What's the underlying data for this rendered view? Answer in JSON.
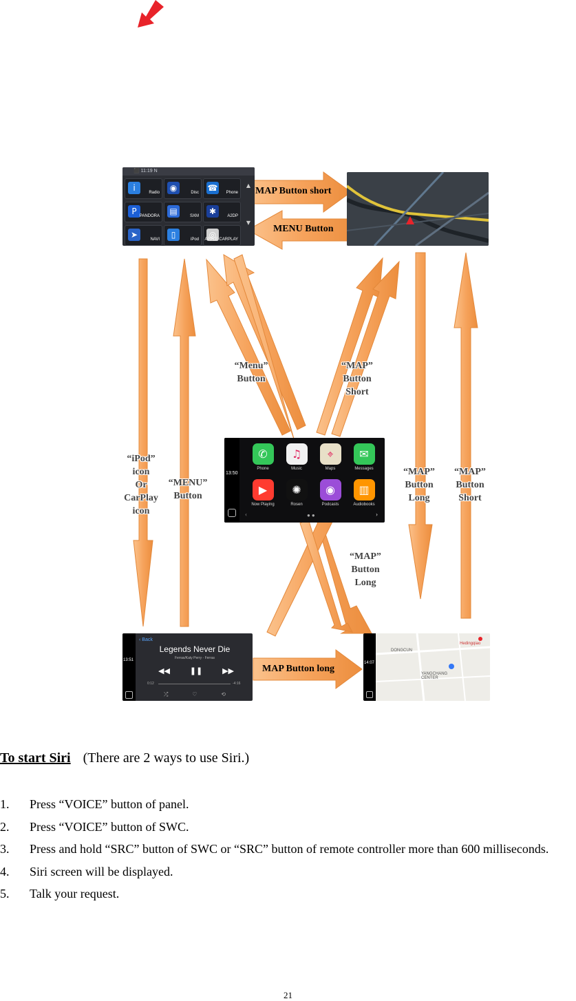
{
  "diagram": {
    "menu_screen": {
      "status": "⬛ 11:19 N",
      "tiles": [
        {
          "label": "Radio",
          "icon": "info-icon",
          "color": "#2b7fe0",
          "glyph": "i"
        },
        {
          "label": "Disc",
          "icon": "disc-icon",
          "color": "#1e4fb0",
          "glyph": "◉"
        },
        {
          "label": "Phone",
          "icon": "phone-icon",
          "color": "#1a6fd0",
          "glyph": "☎"
        },
        {
          "label": "PANDORA",
          "icon": "pandora-icon",
          "color": "#1c5fd6",
          "glyph": "P"
        },
        {
          "label": "SXM",
          "icon": "sxm-icon",
          "color": "#2c6ad8",
          "glyph": "▤"
        },
        {
          "label": "A2DP",
          "icon": "bluetooth-icon",
          "color": "#1a3f9a",
          "glyph": "✱"
        },
        {
          "label": "NAVI",
          "icon": "navigation-icon",
          "color": "#2a64c8",
          "glyph": "➤"
        },
        {
          "label": "iPod",
          "icon": "ipod-icon",
          "color": "#2b7fe0",
          "glyph": "▯"
        },
        {
          "label": "APPLE CARPLAY",
          "icon": "carplay-icon",
          "color": "#d0d0d0",
          "glyph": "◎"
        }
      ]
    },
    "carplay_screen": {
      "time": "13:50",
      "apps": [
        {
          "label": "Phone",
          "icon": "phone-icon",
          "color": "#34c759",
          "glyph": "✆"
        },
        {
          "label": "Music",
          "icon": "music-icon",
          "color": "#f1f1f1",
          "glyph": "♫"
        },
        {
          "label": "Maps",
          "icon": "maps-icon",
          "color": "#e8e0c8",
          "glyph": "⌖"
        },
        {
          "label": "Messages",
          "icon": "messages-icon",
          "color": "#34c759",
          "glyph": "✉"
        },
        {
          "label": "Now Playing",
          "icon": "now-playing-icon",
          "color": "#ff3b30",
          "glyph": "▶"
        },
        {
          "label": "Rosen",
          "icon": "rosen-icon",
          "color": "#111111",
          "glyph": "✺"
        },
        {
          "label": "Podcasts",
          "icon": "podcasts-icon",
          "color": "#9b4dd8",
          "glyph": "◉"
        },
        {
          "label": "Audiobooks",
          "icon": "audiobooks-icon",
          "color": "#ff9500",
          "glyph": "▥"
        }
      ]
    },
    "music_screen": {
      "back": "‹ Back",
      "time": "13:51",
      "title": "Legends Never Die",
      "artist": "Ferras/Katy Perry - Ferras",
      "elapsed": "0:12",
      "remaining": "-4:16"
    },
    "map2_screen": {
      "time": "14:07",
      "labels": [
        "DONGCUN",
        "YANGCHANG CENTER",
        "Hedingqiao"
      ]
    },
    "buttons": {
      "map_short": "MAP Button short",
      "menu": "MENU Button",
      "map_long": "MAP Button long"
    },
    "arrow_labels": {
      "ipod": "“iPod”\nicon\nOr\nCarPlay\nicon",
      "menu_upper": "“MENU”\nButton",
      "menu_mid": "“Menu”\nButton",
      "map_short_mid": "“MAP”\nButton\nShort",
      "map_long_right": "“MAP”\nButton\nLong",
      "map_short_right": "“MAP”\nButton\nShort",
      "map_long_lower": "“MAP”\nButton\nLong"
    },
    "colors": {
      "arrow": "#f6a35c",
      "arrow_edge": "#e08a3c",
      "accent_red": "#e8232a"
    }
  },
  "section": {
    "heading": "To start Siri",
    "subheading": "(There are 2 ways to use Siri.)",
    "steps": [
      {
        "num": "1.",
        "text": "Press “VOICE” button of panel."
      },
      {
        "num": "2.",
        "text": "Press “VOICE” button of SWC."
      },
      {
        "num": "3.",
        "text": "Press and hold “SRC” button of SWC or “SRC” button of remote controller more than 600 milliseconds."
      },
      {
        "num": "4.",
        "text": "Siri screen will be displayed."
      },
      {
        "num": "5.",
        "text": "Talk your request."
      }
    ]
  },
  "page_number": "21"
}
